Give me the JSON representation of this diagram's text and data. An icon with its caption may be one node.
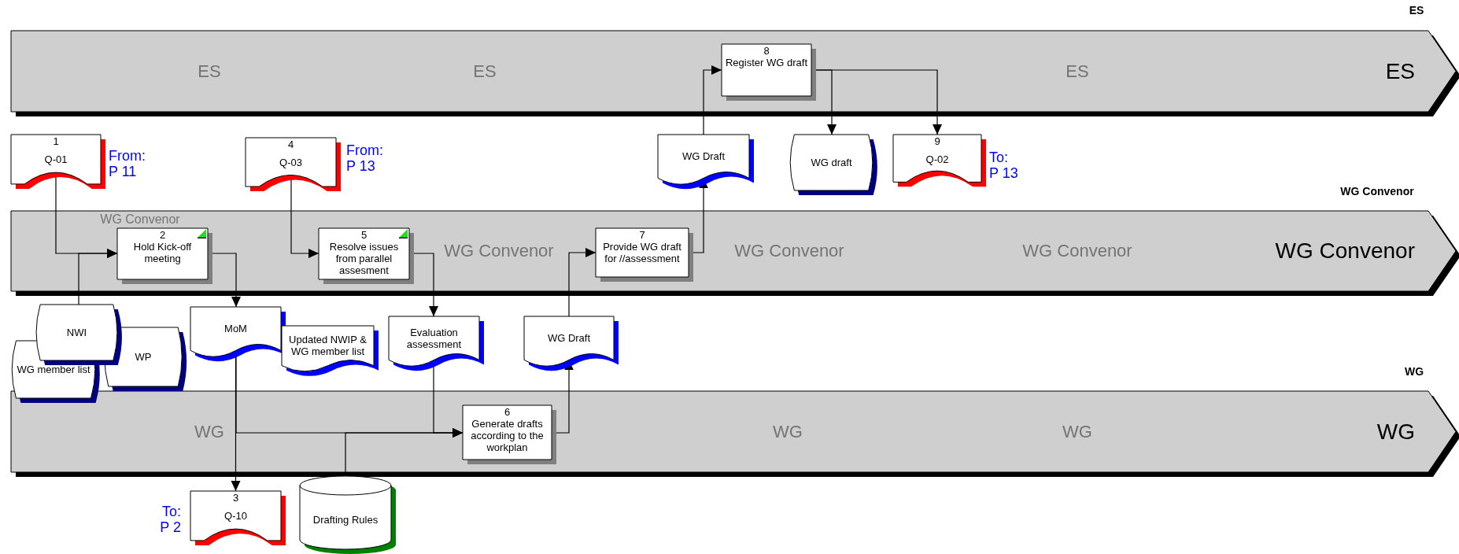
{
  "diagram": {
    "nodes": [
      {
        "text": [
          "ES",
          "ES",
          "ES",
          "ES",
          "ES"
        ]
      },
      {
        "text": [
          "8",
          "Register WG draft"
        ],
        "in": 0
      },
      {
        "text": [
          "1",
          "Q-01"
        ],
        "beside": [
          "From: P 11"
        ]
      },
      {
        "text": [
          "4",
          "Q-03"
        ],
        "beside": [
          "From: P 13"
        ]
      },
      {
        "text": [
          "WG Draft"
        ]
      },
      {
        "text": [
          "WG draft"
        ]
      },
      {
        "text": [
          "9",
          "Q-02"
        ],
        "beside": [
          "To: P 13"
        ]
      },
      {
        "text": [
          "WG Convenor",
          "WG Convenor",
          "WG Convenor",
          "WG Convenor",
          "WG Convenor",
          "WG Convenor"
        ]
      },
      {
        "text": [
          "2",
          "Hold Kick-off meeting"
        ],
        "in": 7
      },
      {
        "text": [
          "5",
          "Resolve issues from parallel assesment"
        ],
        "in": 7
      },
      {
        "text": [
          "7",
          "Provide WG draft for //assessment"
        ],
        "in": 7
      },
      {
        "text": [
          "NWI"
        ]
      },
      {
        "text": [
          "MoM"
        ]
      },
      {
        "text": [
          "Updated NWIP & WG member list"
        ]
      },
      {
        "text": [
          "Evaluation assessment"
        ]
      },
      {
        "text": [
          "WG Draft"
        ]
      },
      {
        "text": [
          "WP"
        ]
      },
      {
        "text": [
          "WG member list"
        ]
      },
      {
        "text": [
          "WG",
          "WG",
          "WG",
          "WG",
          "WG"
        ]
      },
      {
        "text": [
          "6",
          "Generate drafts according to the workplan"
        ],
        "in": 18
      },
      {
        "text": [
          "3",
          "Q-10"
        ],
        "beside": [
          "To: P 2"
        ]
      },
      {
        "text": [
          "Drafting Rules"
        ]
      }
    ],
    "edges": [
      {
        "from": 2,
        "to": 8,
        "arrow": "to"
      },
      {
        "from": 11,
        "to": 8,
        "arrow": "to"
      },
      {
        "from": 3,
        "to": 9,
        "arrow": "to"
      },
      {
        "from": 8,
        "to": 12,
        "arrow": "to"
      },
      {
        "from": 9,
        "to": 14,
        "arrow": "to"
      },
      {
        "from": 12,
        "to": 20,
        "arrow": "to"
      },
      {
        "from": 12,
        "to": 19,
        "arrow": "to"
      },
      {
        "from": 14,
        "to": 19,
        "arrow": "to"
      },
      {
        "from": 21,
        "to": 19,
        "arrow": "to"
      },
      {
        "from": 19,
        "to": 15,
        "arrow": "to"
      },
      {
        "from": 15,
        "to": 10,
        "arrow": "to"
      },
      {
        "from": 10,
        "to": 4,
        "arrow": "to"
      },
      {
        "from": 4,
        "to": 1,
        "arrow": "to"
      },
      {
        "from": 1,
        "to": 5,
        "arrow": "to"
      },
      {
        "from": 1,
        "to": 6,
        "arrow": "to"
      }
    ]
  }
}
